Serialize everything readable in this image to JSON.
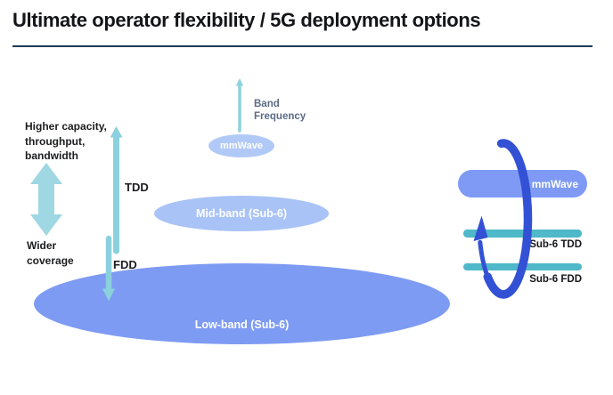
{
  "header": {
    "title": "Ultimate operator flexibility / 5G deployment options"
  },
  "left_axis": {
    "top_label": "Higher capacity,\nthroughput,\nbandwidth",
    "bottom_label": "Wider\ncoverage",
    "tdd_label": "TDD",
    "fdd_label": "FDD"
  },
  "frequency_axis": {
    "label": "Band\nFrequency"
  },
  "bands": {
    "mmwave": "mmWave",
    "mid": "Mid-band (Sub-6)",
    "low": "Low-band (Sub-6)"
  },
  "deployment": {
    "mmwave_label": "mmWave",
    "sub6_tdd_label": "Sub-6 TDD",
    "sub6_fdd_label": "Sub-6 FDD"
  },
  "colors": {
    "capacity_arrow_teal": "#9fd7e3",
    "tdd_fdd_arrow_teal": "#8bd0dd",
    "frequency_arrow_teal": "#8dd2de",
    "deployment_bar_teal": "#4fb8c9",
    "band_light_periwinkle": "#aac4f6",
    "band_periwinkle": "#7e9bf3",
    "pill_periwinkle": "#7e9af5",
    "cycle_arrow_blue": "#3351d4",
    "slate_text": "#5d6b85",
    "divider_navy": "#1d3a57",
    "title_black": "#141518"
  }
}
